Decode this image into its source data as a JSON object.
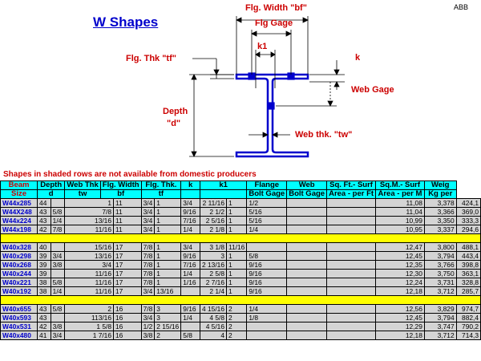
{
  "title": "W Shapes",
  "corner_label": "ABB",
  "diagram_labels": {
    "flange_width": "Flg. Width \"bf\"",
    "flange_gage": "Flg Gage",
    "k1": "k1",
    "flange_thk": "Flg. Thk \"tf\"",
    "k": "k",
    "web_gage": "Web Gage",
    "depth": "Depth",
    "depth_sym": "\"d\"",
    "web_thk": "Web thk. \"tw\""
  },
  "notice": "Shapes in shaded rows are not available from domestic producers",
  "headers_row1": [
    "Beam",
    "Depth",
    "Web Thk",
    "Flg. Width",
    "Flg. Thk.",
    "k",
    "k1",
    "Flange",
    "Web",
    "Sq. Ft.- Surf",
    "Sq.M.- Surf",
    "Weig"
  ],
  "headers_row2": [
    "Size",
    "d",
    "tw",
    "bf",
    "tf",
    "",
    "",
    "Bolt Gage",
    "Bolt Gage",
    "Area - per Ft",
    "Area - per M",
    "Kg per"
  ],
  "group1": [
    {
      "size": "W44x285",
      "d": "44",
      "dfrac": "",
      "tw": "1",
      "bf": "11",
      "bff": "3/4",
      "tf": "1",
      "tff": "3/4",
      "k": "2 11/16",
      "k1": "1",
      "k1f": "1/2",
      "fg": "",
      "wg": "",
      "sqft": "11,08",
      "sqm": "3,378",
      "wt": "424,1"
    },
    {
      "size": "W44X248",
      "d": "43",
      "dfrac": "5/8",
      "tw": "7/8",
      "bf": "11",
      "bff": "3/4",
      "tf": "1",
      "tff": "9/16",
      "k": "2 1/2",
      "k1": "1",
      "k1f": "5/16",
      "fg": "",
      "wg": "",
      "sqft": "11,04",
      "sqm": "3,366",
      "wt": "369,0"
    },
    {
      "size": "W44x224",
      "d": "43",
      "dfrac": "1/4",
      "tw": "13/16",
      "bf": "11",
      "bff": "3/4",
      "tf": "1",
      "tff": "7/16",
      "k": "2 5/16",
      "k1": "1",
      "k1f": "5/16",
      "fg": "",
      "wg": "",
      "sqft": "10,99",
      "sqm": "3,350",
      "wt": "333,3"
    },
    {
      "size": "W44x198",
      "d": "42",
      "dfrac": "7/8",
      "tw": "11/16",
      "bf": "11",
      "bff": "3/4",
      "tf": "1",
      "tff": "1/4",
      "k": "2 1/8",
      "k1": "1",
      "k1f": "1/4",
      "fg": "",
      "wg": "",
      "sqft": "10,95",
      "sqm": "3,337",
      "wt": "294,6"
    }
  ],
  "group2": [
    {
      "size": "W40x328",
      "d": "40",
      "dfrac": "",
      "tw": "15/16",
      "bf": "17",
      "bff": "7/8",
      "tf": "1",
      "tff": "3/4",
      "k": "3 1/8",
      "k1": "11/16",
      "k1f": "",
      "fg": "",
      "wg": "",
      "sqft": "12,47",
      "sqm": "3,800",
      "wt": "488,1"
    },
    {
      "size": "W40x298",
      "d": "39",
      "dfrac": "3/4",
      "tw": "13/16",
      "bf": "17",
      "bff": "7/8",
      "tf": "1",
      "tff": "9/16",
      "k": "3",
      "k1": "1",
      "k1f": "5/8",
      "fg": "",
      "wg": "",
      "sqft": "12,45",
      "sqm": "3,794",
      "wt": "443,4"
    },
    {
      "size": "W40x268",
      "d": "39",
      "dfrac": "3/8",
      "tw": "3/4",
      "bf": "17",
      "bff": "7/8",
      "tf": "1",
      "tff": "7/16",
      "k": "2 13/16",
      "k1": "1",
      "k1f": "9/16",
      "fg": "",
      "wg": "",
      "sqft": "12,35",
      "sqm": "3,766",
      "wt": "398,8"
    },
    {
      "size": "W40x244",
      "d": "39",
      "dfrac": "",
      "tw": "11/16",
      "bf": "17",
      "bff": "7/8",
      "tf": "1",
      "tff": "1/4",
      "k": "2 5/8",
      "k1": "1",
      "k1f": "9/16",
      "fg": "",
      "wg": "",
      "sqft": "12,30",
      "sqm": "3,750",
      "wt": "363,1"
    },
    {
      "size": "W40x221",
      "d": "38",
      "dfrac": "5/8",
      "tw": "11/16",
      "bf": "17",
      "bff": "7/8",
      "tf": "1",
      "tff": "1/16",
      "k": "2 7/16",
      "k1": "1",
      "k1f": "9/16",
      "fg": "",
      "wg": "",
      "sqft": "12,24",
      "sqm": "3,731",
      "wt": "328,8"
    },
    {
      "size": "W40x192",
      "d": "38",
      "dfrac": "1/4",
      "tw": "11/16",
      "bf": "17",
      "bff": "3/4",
      "tf": "13/16",
      "tff": "",
      "k": "2 1/4",
      "k1": "1",
      "k1f": "9/16",
      "fg": "",
      "wg": "",
      "sqft": "12,18",
      "sqm": "3,712",
      "wt": "285,7"
    }
  ],
  "group3": [
    {
      "size": "W40x655",
      "d": "43",
      "dfrac": "5/8",
      "tw": "2",
      "bf": "16",
      "bff": "7/8",
      "tf": "3",
      "tff": "9/16",
      "k": "4 15/16",
      "k1": "2",
      "k1f": "1/4",
      "fg": "",
      "wg": "",
      "sqft": "12,56",
      "sqm": "3,829",
      "wt": "974,7"
    },
    {
      "size": "W40x593",
      "d": "43",
      "dfrac": "",
      "tw": "113/16",
      "bf": "16",
      "bff": "3/4",
      "tf": "3",
      "tff": "1/4",
      "k": "4 5/8",
      "k1": "2",
      "k1f": "1/8",
      "fg": "",
      "wg": "",
      "sqft": "12,45",
      "sqm": "3,794",
      "wt": "882,4"
    },
    {
      "size": "W40x531",
      "d": "42",
      "dfrac": "3/8",
      "tw": "1 5/8",
      "bf": "16",
      "bff": "1/2",
      "tf": "2 15/16",
      "tff": "",
      "k": "4 5/16",
      "k1": "2",
      "k1f": "",
      "fg": "",
      "wg": "",
      "sqft": "12,29",
      "sqm": "3,747",
      "wt": "790,2"
    },
    {
      "size": "W40x480",
      "d": "41",
      "dfrac": "3/4",
      "tw": "1 7/16",
      "bf": "16",
      "bff": "3/8",
      "tf": "2",
      "tff": "5/8",
      "k": "4",
      "k1": "2",
      "k1f": "",
      "fg": "",
      "wg": "",
      "sqft": "12,18",
      "sqm": "3,712",
      "wt": "714,3"
    }
  ],
  "colors": {
    "header_bg": "#00ffff",
    "separator": "#ffff00",
    "row_bg": "#d4d4d4",
    "title": "#0000cc",
    "label": "#cc0000",
    "beam": "#0000cc"
  }
}
